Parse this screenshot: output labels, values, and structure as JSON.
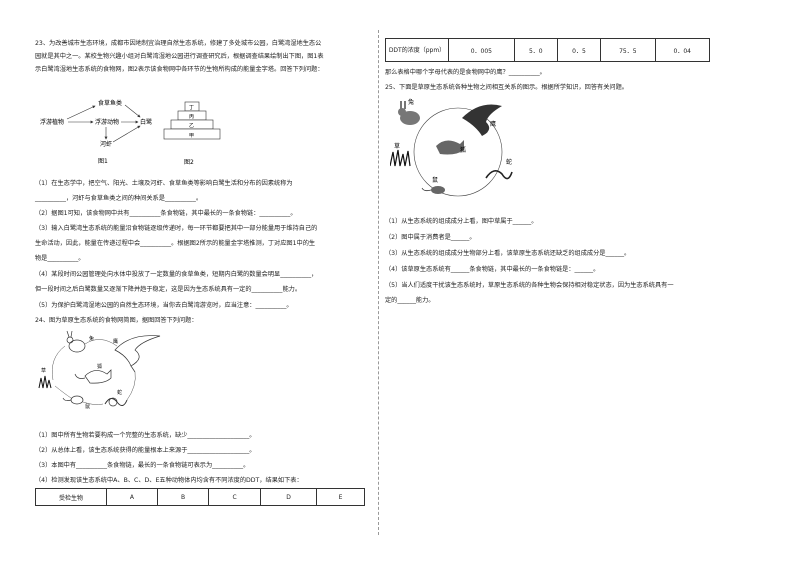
{
  "q23": {
    "intro_1": "23、为改善城市生态环境，成都市因地制宜治理自然生态系统，修建了多处城市公园，白鹭湾湿地生态公",
    "intro_2": "园就是其中之一。某校生物兴趣小组对白鹭湾湿地公园进行调查研究后，根据调查结果绘制出下图，图1表",
    "intro_3": "示白鹭湾湿地生态系统的食物网，图2表示该食物网中各环节的生物所构成的能量金字塔。回答下列问题：",
    "fig1": {
      "top": "食草鱼类",
      "left": "浮游植物",
      "mid": "浮游动物",
      "right": "白鹭",
      "bottom": "河虾",
      "caption": "图1"
    },
    "fig2": {
      "l1": "丁",
      "l2": "丙",
      "l3": "乙",
      "l4": "甲",
      "caption": "图2"
    },
    "s1a": "（1）在生态学中，把空气、阳光、土壤及河虾、食草鱼类等影响白鹭生活和分布的因素统称为",
    "s1b": "__________，河虾与食草鱼类之间的种间关系是__________。",
    "s2": "（2）据图1可知，该食物网中共有__________条食物链，其中最长的一条食物链：__________。",
    "s3a": "（3）输入白鹭湾生态系统的能量沿食物链逐级传递时，每一环节都要把其中一部分能量用于维持自己的",
    "s3b": "生命活动，因此，能量在传递过程中会__________。根据图2所示的能量金字塔推测，丁对应图1中的生",
    "s3c": "物是__________。",
    "s4a": "（4）某段时间公园管理处向水体中投放了一定数量的食草鱼类，短期内白鹭的数量会明显__________，",
    "s4b": "但一段时间之后白鹭数量又逐渐下降并趋于稳定，这是因为生态系统具有一定的__________能力。",
    "s5": "（5）为保护白鹭湾湿地公园的自然生态环境，当你去白鹭湾游览时，应当注意：__________。"
  },
  "q24": {
    "intro": "24、图为草原生态系统的食物网简图，据图回答下列问题：",
    "fig": {
      "rabbit": "兔",
      "fox": "狐",
      "eagle": "鹰",
      "grass": "草",
      "snake": "蛇",
      "mouse": "鼠"
    },
    "s1": "（1）图中所有生物若要构成一个完整的生态系统，缺少____________________。",
    "s2": "（2）从总体上看，该生态系统获得的能量根本上来源于____________________。",
    "s3": "（3）本图中有__________条食物链，最长的一条食物链可表示为__________。",
    "s4": "（4）检测发现该生态系统中A、B、C、D、E五种动物体内均含有不同浓度的DDT，结果如下表：",
    "table_headers": [
      "受检生物",
      "A",
      "B",
      "C",
      "D",
      "E"
    ]
  },
  "ddt": {
    "row_label": "DDT的浓度（ppm）",
    "values": [
      "0．005",
      "5．0",
      "0．5",
      "75．5",
      "0．04"
    ]
  },
  "q24_tail": "那么表格中哪个字母代表的是食物网中的鹰？__________。",
  "q25": {
    "intro": "25、下面是草原生态系统各种生物之间相互关系的图示。根据所学知识，回答有关问题。",
    "fig": {
      "rabbit": "兔",
      "eagle": "鹰",
      "grass": "草",
      "fox": "狐",
      "mouse": "鼠",
      "snake": "蛇"
    },
    "s1": "（1）从生态系统的组成成分上看，图中草属于______。",
    "s2": "（2）图中属于消费者是______。",
    "s3": "（3）从生态系统的组成成分生物部分上看，该草原生态系统还缺乏的组成成分是______。",
    "s4": "（4）该草原生态系统有______条食物链，其中最长的一条食物链是：______。",
    "s5a": "（5）当人们适度干扰该生态系统时，草原生态系统的各种生物会保持相对稳定状态，因为生态系统具有一",
    "s5b": "定的______能力。"
  }
}
